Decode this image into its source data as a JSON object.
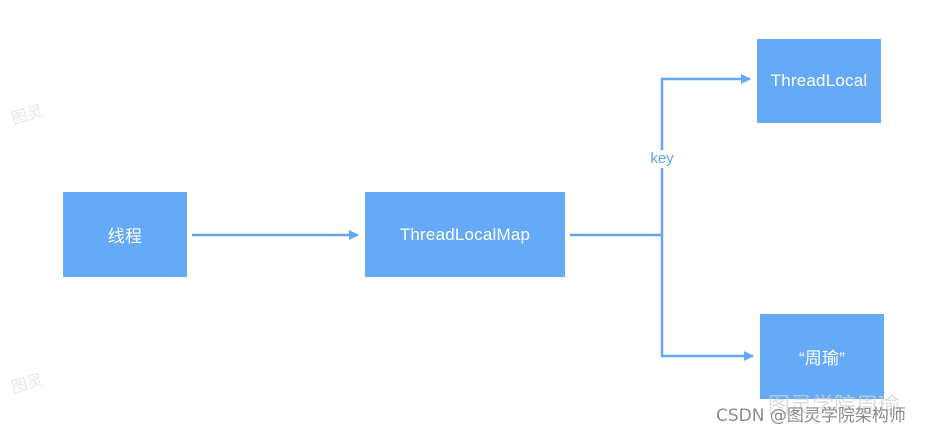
{
  "colors": {
    "node_fill": "#64aaf6",
    "edge": "#62a7f3",
    "node_text": "#ffffff",
    "label_text": "#5aa3f2"
  },
  "nodes": {
    "thread": {
      "label": "线程"
    },
    "map": {
      "label": "ThreadLocalMap"
    },
    "threadlocal": {
      "label": "ThreadLocal"
    },
    "value": {
      "label": "“周瑜”"
    }
  },
  "edges": {
    "key_label": "key"
  },
  "watermarks": {
    "side_small": "图灵",
    "csdn": "CSDN @图灵学院架构师",
    "overlay": "图灵学院周瑜"
  }
}
